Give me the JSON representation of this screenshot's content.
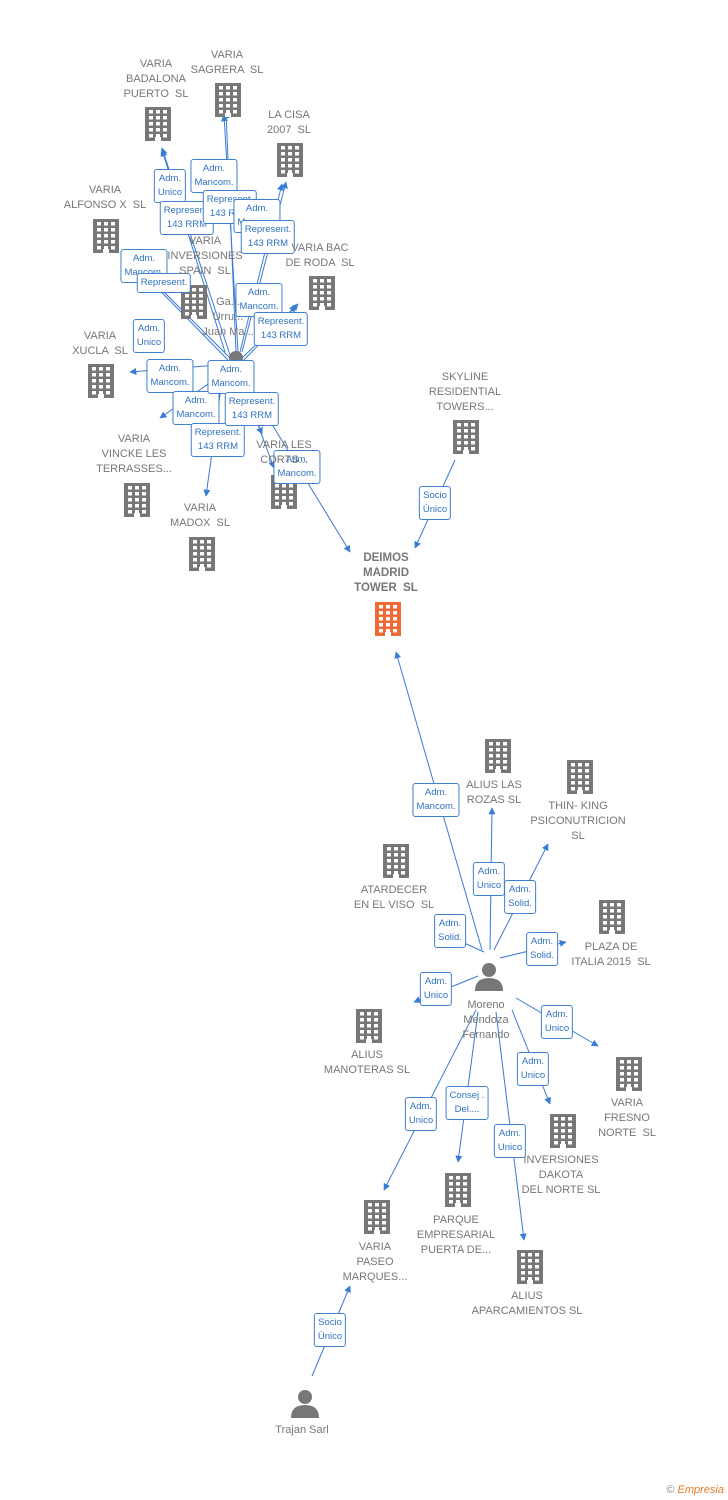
{
  "colors": {
    "edge": "#3a7bd5",
    "company": "#777777",
    "focus": "#f06a35",
    "person": "#777777"
  },
  "companies": [
    {
      "id": "c_badalona",
      "label": "VARIA\nBADALONA\nPUERTO  SL",
      "focus": false
    },
    {
      "id": "c_sagrera",
      "label": "VARIA\nSAGRERA  SL",
      "focus": false
    },
    {
      "id": "c_lacisa",
      "label": "LA CISA\n2007  SL",
      "focus": false
    },
    {
      "id": "c_alfonso",
      "label": "VARIA\nALFONSO X  SL",
      "focus": false
    },
    {
      "id": "c_inversiones",
      "label": "VARIA\nINVERSIONES\nSPAIN  SL",
      "focus": false
    },
    {
      "id": "c_bacderoda",
      "label": "VARIA BAC\nDE RODA  SL",
      "focus": false
    },
    {
      "id": "c_xucla",
      "label": "VARIA\nXUCLA  SL",
      "focus": false
    },
    {
      "id": "c_vincke",
      "label": "VARIA\nVINCKE LES\nTERRASSES...",
      "focus": false
    },
    {
      "id": "c_lescorts",
      "label": "VARIA LES\nCORTS...",
      "focus": false
    },
    {
      "id": "c_madox",
      "label": "VARIA\nMADOX  SL",
      "focus": false
    },
    {
      "id": "c_skyline",
      "label": "SKYLINE\nRESIDENTIAL\nTOWERS...",
      "focus": false
    },
    {
      "id": "c_deimos",
      "label": "DEIMOS\nMADRID\nTOWER  SL",
      "focus": true
    },
    {
      "id": "c_aliuslasrozas",
      "label": "ALIUS LAS\nROZAS SL",
      "focus": false
    },
    {
      "id": "c_thinking",
      "label": "THIN- KING\nPSICONUTRICION\nSL",
      "focus": false
    },
    {
      "id": "c_atardecer",
      "label": "ATARDECER\nEN EL VISO  SL",
      "focus": false
    },
    {
      "id": "c_plaza",
      "label": "PLAZA DE\nITALIA 2015  SL",
      "focus": false
    },
    {
      "id": "c_manoteras",
      "label": "ALIUS\nMANOTERAS SL",
      "focus": false
    },
    {
      "id": "c_fresno",
      "label": "VARIA\nFRESNO\nNORTE  SL",
      "focus": false
    },
    {
      "id": "c_dakota",
      "label": "INVERSIONES\nDAKOTA\nDEL NORTE SL",
      "focus": false
    },
    {
      "id": "c_paseo",
      "label": "VARIA\nPASEO\nMARQUES...",
      "focus": false
    },
    {
      "id": "c_parque",
      "label": "PARQUE\nEMPRESARIAL\nPUERTA DE...",
      "focus": false
    },
    {
      "id": "c_aparcamientos",
      "label": "ALIUS\nAPARCAMIENTOS SL",
      "focus": false
    }
  ],
  "persons": [
    {
      "id": "p_juan",
      "label": "Ga...\nUrru...\nJuan Ma..."
    },
    {
      "id": "p_moreno",
      "label": "Moreno\nMendoza\nFernando"
    },
    {
      "id": "p_trajan",
      "label": "Trajan Sarl"
    }
  ],
  "edges": [
    {
      "from": "p_juan",
      "to": "c_badalona",
      "label": "Adm.\nUnico"
    },
    {
      "from": "p_juan",
      "to": "c_badalona",
      "label": "Represent.\n143 RRM"
    },
    {
      "from": "p_juan",
      "to": "c_sagrera",
      "label": "Adm.\nMancom."
    },
    {
      "from": "p_juan",
      "to": "c_sagrera",
      "label": "Represent.\n143 RRM"
    },
    {
      "from": "p_juan",
      "to": "c_lacisa",
      "label": "Adm.\nMancom."
    },
    {
      "from": "p_juan",
      "to": "c_lacisa",
      "label": "Represent.\n143 RRM"
    },
    {
      "from": "p_juan",
      "to": "c_alfonso",
      "label": "Adm.\nMancom."
    },
    {
      "from": "p_juan",
      "to": "c_alfonso",
      "label": "Represent."
    },
    {
      "from": "p_juan",
      "to": "c_bacderoda",
      "label": "Adm.\nMancom."
    },
    {
      "from": "p_juan",
      "to": "c_bacderoda",
      "label": "Represent.\n143 RRM"
    },
    {
      "from": "p_juan",
      "to": "c_xucla",
      "label": "Adm.\nUnico"
    },
    {
      "from": "p_juan",
      "to": "c_vincke",
      "label": "Adm.\nMancom."
    },
    {
      "from": "p_juan",
      "to": "c_vincke",
      "label": "Adm.\nMancom."
    },
    {
      "from": "p_juan",
      "to": "c_madox",
      "label": "Represent.\n143 RRM"
    },
    {
      "from": "p_juan",
      "to": "c_lescorts",
      "label": "Adm.\nMancom."
    },
    {
      "from": "p_juan",
      "to": "c_lescorts",
      "label": "Represent.\n143 RRM"
    },
    {
      "from": "p_juan",
      "to": "c_deimos",
      "label": "Adm.\nMancom."
    },
    {
      "from": "c_skyline",
      "to": "c_deimos",
      "label": "Socio\nÚnico"
    },
    {
      "from": "p_moreno",
      "to": "c_deimos",
      "label": "Adm.\nMancom."
    },
    {
      "from": "p_moreno",
      "to": "c_aliuslasrozas",
      "label": "Adm.\nUnico"
    },
    {
      "from": "p_moreno",
      "to": "c_thinking",
      "label": "Adm.\nSolid."
    },
    {
      "from": "p_moreno",
      "to": "c_atardecer",
      "label": "Adm.\nSolid."
    },
    {
      "from": "p_moreno",
      "to": "c_plaza",
      "label": "Adm.\nSolid."
    },
    {
      "from": "p_moreno",
      "to": "c_manoteras",
      "label": "Adm.\nUnico"
    },
    {
      "from": "p_moreno",
      "to": "c_fresno",
      "label": "Adm.\nUnico"
    },
    {
      "from": "p_moreno",
      "to": "c_dakota",
      "label": "Adm.\nUnico"
    },
    {
      "from": "p_moreno",
      "to": "c_paseo",
      "label": "Adm.\nUnico"
    },
    {
      "from": "p_moreno",
      "to": "c_parque",
      "label": "Consej .\nDel...."
    },
    {
      "from": "p_moreno",
      "to": "c_aparcamientos",
      "label": "Adm.\nUnico"
    },
    {
      "from": "p_trajan",
      "to": "c_paseo",
      "label": "Socio\nÚnico"
    }
  ],
  "footer": {
    "copyright": "©",
    "brand": "Empresia"
  }
}
